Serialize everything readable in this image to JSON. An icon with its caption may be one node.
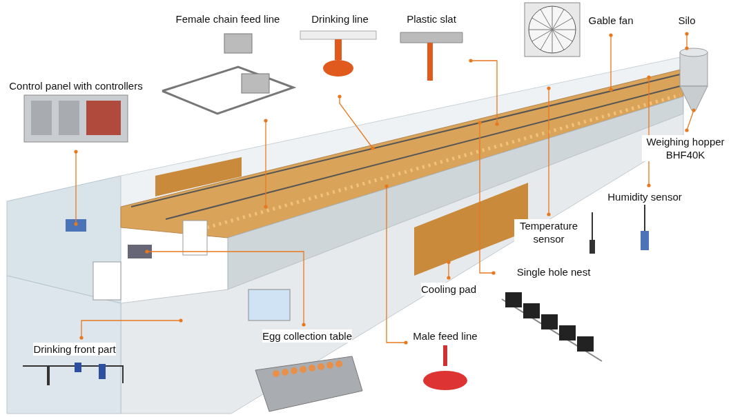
{
  "diagram": {
    "nodes": [
      {
        "text": [
          "Control panel with controllers"
        ]
      },
      {
        "text": [
          "Female chain feed line"
        ]
      },
      {
        "text": [
          "Drinking line"
        ]
      },
      {
        "text": [
          "Plastic slat"
        ]
      },
      {
        "text": [
          "Gable fan"
        ]
      },
      {
        "text": [
          "Silo"
        ]
      },
      {
        "text": [
          "Weighing hopper BHF40K"
        ]
      },
      {
        "text": [
          "Humidity sensor"
        ]
      },
      {
        "text": [
          "Temperature sensor"
        ]
      },
      {
        "text": [
          "Single hole nest"
        ]
      },
      {
        "text": [
          "Cooling pad"
        ]
      },
      {
        "text": [
          "Male feed line"
        ]
      },
      {
        "text": [
          "Egg collection table"
        ]
      },
      {
        "text": [
          "Drinking front part"
        ]
      },
      {
        "text": [],
        "shape": "cylinder"
      },
      {
        "text": [],
        "shape": "box"
      }
    ],
    "edges": [
      {
        "from": 0,
        "to": null,
        "arrow": "other"
      },
      {
        "from": 1,
        "to": null,
        "arrow": "other"
      },
      {
        "from": 2,
        "to": null,
        "arrow": "other"
      },
      {
        "from": 3,
        "to": null,
        "arrow": "other"
      },
      {
        "from": 4,
        "to": null,
        "arrow": "other"
      },
      {
        "from": 5,
        "to": 14,
        "arrow": "other"
      },
      {
        "from": 6,
        "to": 14,
        "arrow": "other"
      },
      {
        "from": 7,
        "to": null,
        "arrow": "other"
      },
      {
        "from": 8,
        "to": null,
        "arrow": "other"
      },
      {
        "from": 9,
        "to": null,
        "arrow": "other"
      },
      {
        "from": 10,
        "to": 15,
        "arrow": "other"
      },
      {
        "from": 11,
        "to": null,
        "arrow": "other"
      },
      {
        "from": 12,
        "to": null,
        "arrow": "other"
      },
      {
        "from": 13,
        "to": null,
        "arrow": "other"
      }
    ]
  }
}
